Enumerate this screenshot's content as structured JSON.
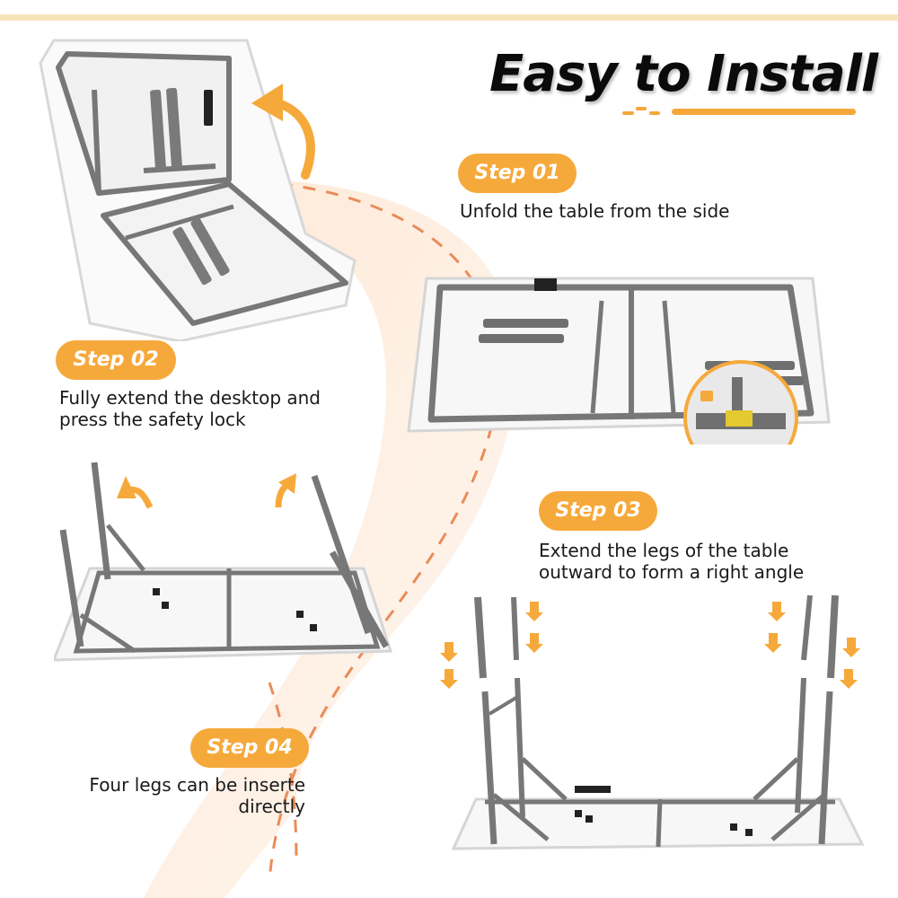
{
  "title": "Easy to Install",
  "accent_color": "#f6a93b",
  "steps": [
    {
      "label": "Step 01",
      "text": "Unfold the table from the side"
    },
    {
      "label": "Step 02",
      "line1": "Fully extend the desktop and",
      "line2": "press the safety lock"
    },
    {
      "label": "Step 03",
      "line1": "Extend the legs of the table",
      "line2": "outward to form a right angle"
    },
    {
      "label": "Step 04",
      "line1": "Four legs can be inserte",
      "line2": "directly"
    }
  ],
  "images": [
    {
      "name": "folded-table",
      "caption": "Table folded in half, opened from the side"
    },
    {
      "name": "flat-table",
      "caption": "Table fully extended with safety lock closeup"
    },
    {
      "name": "legs-extending-table",
      "caption": "Table legs being extended outward"
    },
    {
      "name": "legs-inserted-table",
      "caption": "Four legs inserted into table frame"
    }
  ]
}
